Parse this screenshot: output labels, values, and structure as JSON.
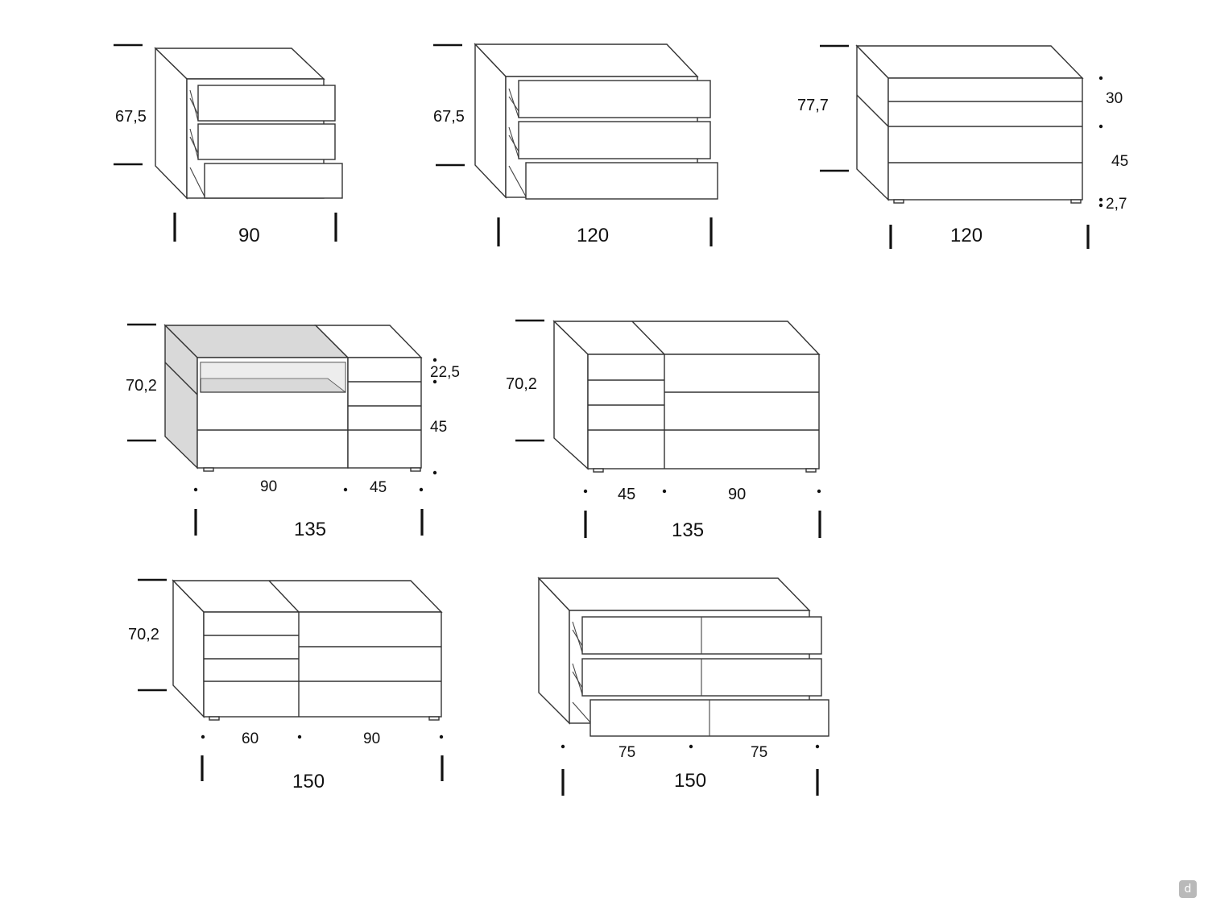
{
  "units": [
    {
      "id": "u1",
      "height": "67,5",
      "width": "90"
    },
    {
      "id": "u2",
      "height": "67,5",
      "width": "120"
    },
    {
      "id": "u3",
      "height": "77,7",
      "width": "120",
      "sub": [
        "30",
        "45",
        "2,7"
      ]
    },
    {
      "id": "u4",
      "height": "70,2",
      "width": "135",
      "sub_heights": [
        "22,5",
        "45"
      ],
      "sub_widths": [
        "90",
        "45"
      ]
    },
    {
      "id": "u5",
      "height": "70,2",
      "width": "135",
      "sub_widths": [
        "45",
        "90"
      ]
    },
    {
      "id": "u6",
      "height": "70,2",
      "width": "150",
      "sub_widths": [
        "60",
        "90"
      ]
    },
    {
      "id": "u7",
      "width": "150",
      "sub_widths": [
        "75",
        "75"
      ]
    }
  ],
  "colors": {
    "line": "#333333",
    "text": "#111111",
    "open_top": "#d9d9d9"
  },
  "logo": {
    "letter": "d"
  }
}
